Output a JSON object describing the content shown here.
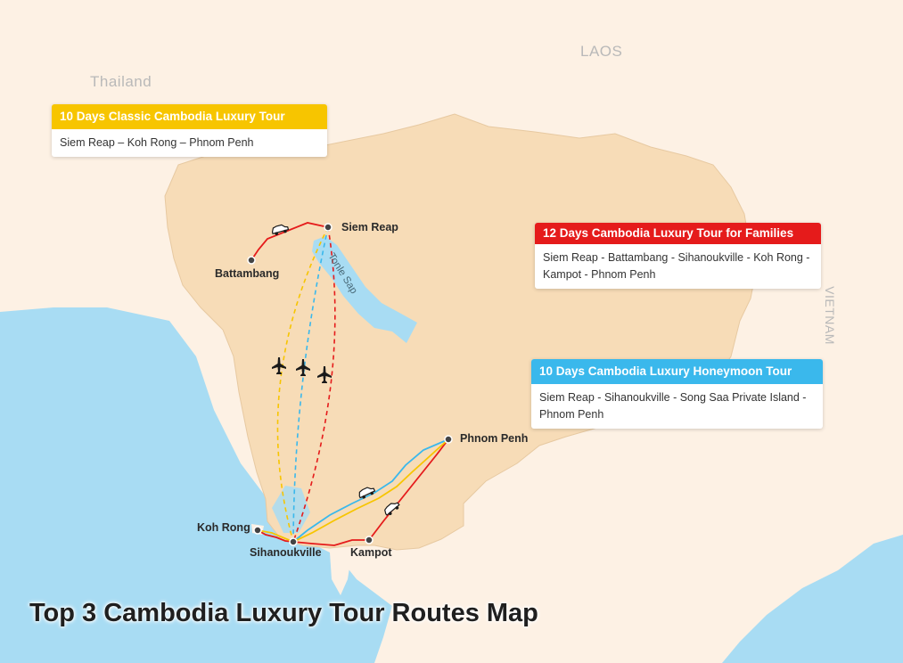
{
  "map": {
    "title": "Top 3 Cambodia Luxury Tour Routes Map",
    "countries": {
      "thailand": "Thailand",
      "laos": "LAOS",
      "vietnam": "VIETNAM"
    },
    "lake_label": "Tonle Sap",
    "cities": {
      "siem_reap": "Siem Reap",
      "battambang": "Battambang",
      "phnom_penh": "Phnom Penh",
      "koh_rong": "Koh Rong",
      "sihanoukville": "Sihanoukville",
      "kampot": "Kampot"
    },
    "colors": {
      "sea": "#a8dcf3",
      "land": "#fdf1e4",
      "cambodia": "#f7dcb7",
      "lake": "#a8dcf3",
      "classic": "#f7c500",
      "family": "#e51b1b",
      "honeymoon": "#3ab8ec"
    }
  },
  "tours": {
    "classic": {
      "title": "10 Days Classic Cambodia Luxury Tour",
      "route": "Siem Reap – Koh Rong – Phnom Penh"
    },
    "family": {
      "title": "12 Days Cambodia Luxury Tour for Families",
      "route": "Siem Reap - Battambang - Sihanoukville - Koh Rong - Kampot - Phnom Penh"
    },
    "honeymoon": {
      "title": "10 Days Cambodia Luxury Honeymoon Tour",
      "route": "Siem Reap - Sihanoukville - Song Saa Private Island - Phnom Penh"
    }
  },
  "icons": {
    "car": "car-icon",
    "plane": "airplane-icon",
    "city": "city-marker-icon"
  }
}
